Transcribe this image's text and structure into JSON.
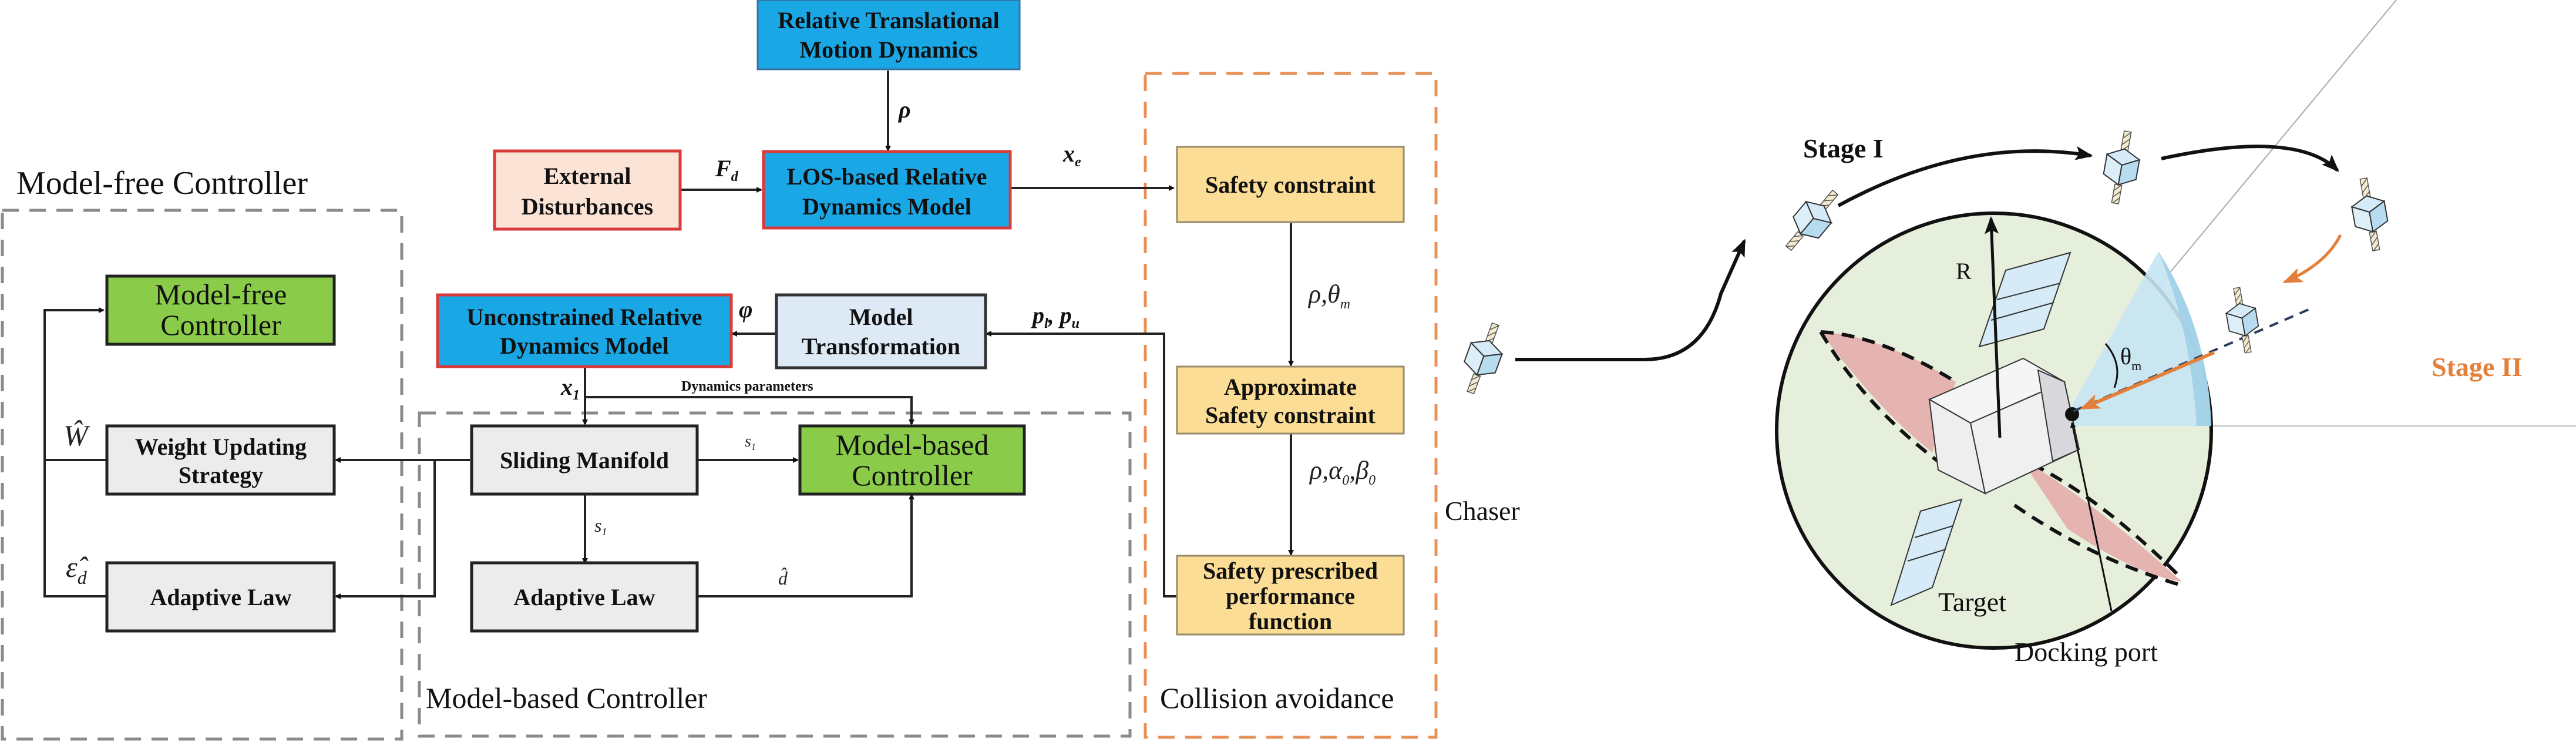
{
  "colors": {
    "blue_box": "#1aa7e6",
    "pink_box": "#fbe3d6",
    "red_border": "#d93b3b",
    "light_blue_box": "#dde9f5",
    "green_box": "#8bcb4a",
    "gray_box": "#ececec",
    "yellow_box": "#fbdd95",
    "orange_dash": "#e8915a",
    "gray_dash": "#8a8a8a",
    "sphere_fill": "#e6efdb",
    "keepout_fill": "#e6b4b0",
    "cone_fill": "#c6e4f3",
    "stage2_color": "#e2803a"
  },
  "regions": {
    "model_free": "Model-free Controller",
    "model_based": "Model-based Controller",
    "collision": "Collision avoidance"
  },
  "blocks": {
    "relative_translational": [
      "Relative Translational",
      "Motion Dynamics"
    ],
    "external_disturbances": [
      "External",
      "Disturbances"
    ],
    "los_model": [
      "LOS-based Relative",
      "Dynamics Model"
    ],
    "unconstrained_model": [
      "Unconstrained Relative",
      "Dynamics Model"
    ],
    "model_transformation": [
      "Model",
      "Transformation"
    ],
    "model_free_controller": [
      "Model-free",
      "Controller"
    ],
    "weight_updating": [
      "Weight Updating",
      "Strategy"
    ],
    "adaptive_law_free": [
      "Adaptive Law"
    ],
    "sliding_manifold": [
      "Sliding Manifold"
    ],
    "model_based_controller": [
      "Model-based",
      "Controller"
    ],
    "adaptive_law_based": [
      "Adaptive Law"
    ],
    "safety_constraint": [
      "Safety constraint"
    ],
    "approx_safety": [
      "Approximate",
      "Safety constraint"
    ],
    "safety_ppf": [
      "Safety prescribed",
      "performance",
      "function"
    ]
  },
  "signals": {
    "rho": "ρ",
    "F": "F",
    "F_sub": "d",
    "x": "x",
    "x_e_sub": "e",
    "phi": "φ",
    "p": "p",
    "p_l_sub": "l",
    "p_u_sub": "u",
    "sep": ",",
    "x1_sub": "1",
    "dynamics_parameters": "Dynamics parameters",
    "s": "s",
    "s_sub": "1",
    "d_hat": "d̂",
    "W_hat": "Ŵ",
    "eps_hat": "ε̂",
    "eps_sub": "d",
    "rho_theta": "ρ,θ",
    "theta_sub": "m",
    "rho_alpha": "ρ,α",
    "alpha_sub": "0",
    "beta": ",β",
    "beta_sub": "0"
  },
  "illustration": {
    "stage1": "Stage I",
    "stage2": "Stage II",
    "chaser": "Chaser",
    "target": "Target",
    "docking_port": "Docking port",
    "radius": "R",
    "theta": "θ",
    "theta_sub": "m"
  }
}
